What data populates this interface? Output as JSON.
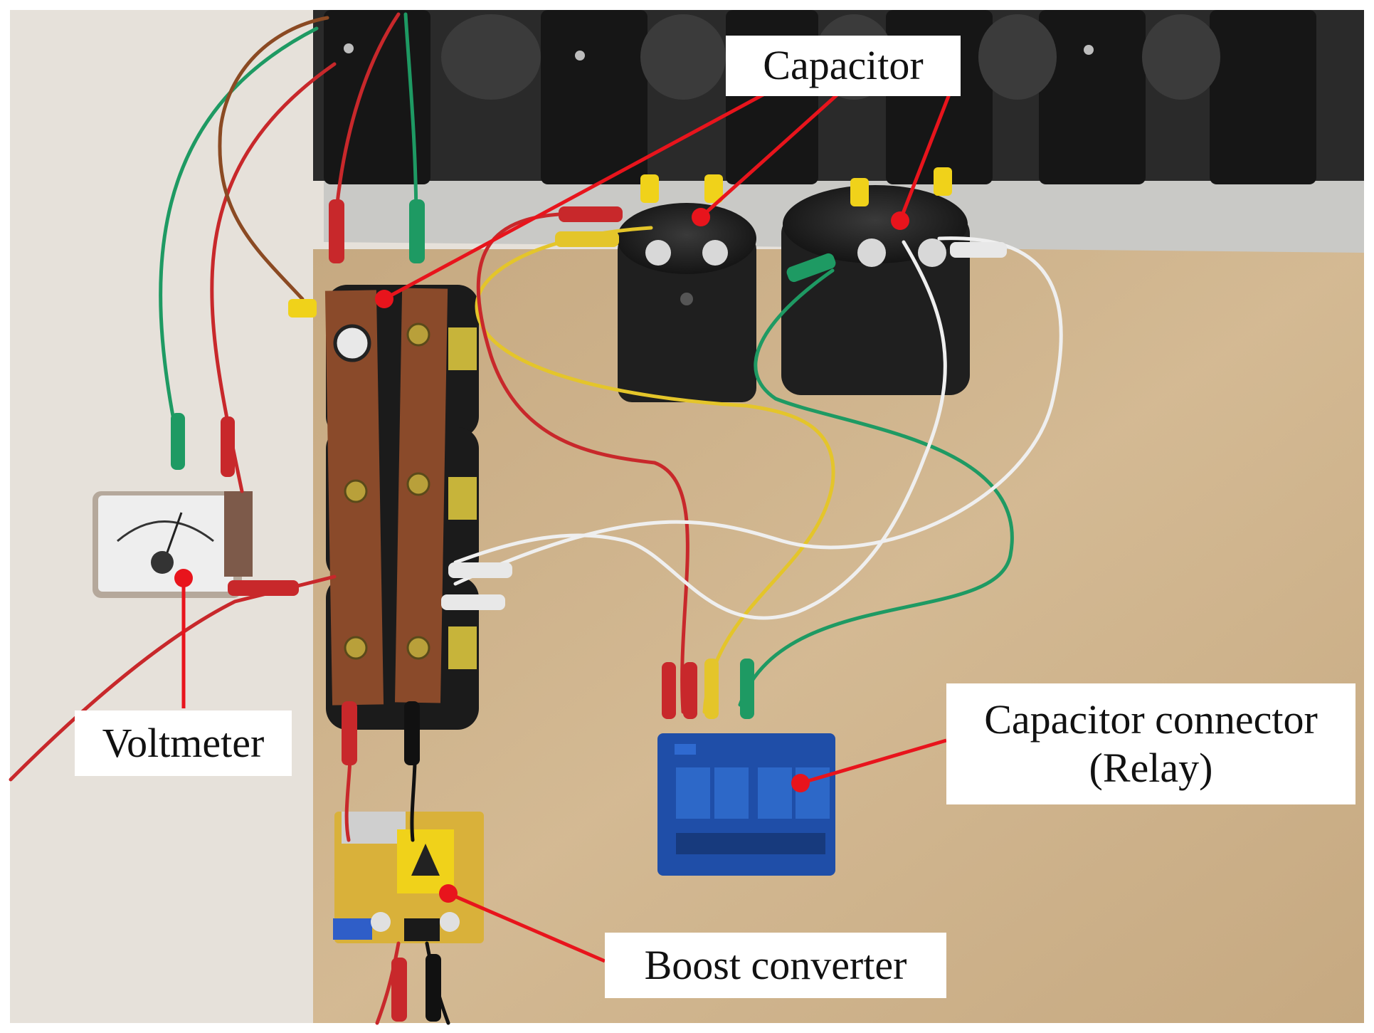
{
  "colors": {
    "callout_line": "#e8141c",
    "callout_dot": "#e8141c",
    "label_bg": "#ffffff",
    "wood_board": "#cdb18a",
    "white_surface": "#e6e1da",
    "aluminum_rail": "#c9c9c6",
    "coil_black": "#1c1c1c",
    "capacitor_black": "#202020",
    "copper_strip": "#8a4a2a",
    "relay_blue": "#1f4ea8",
    "pcb_yellow": "#d9b13a",
    "wire_red": "#c8282b",
    "wire_green": "#1e9a63",
    "wire_yellow": "#e4c52a",
    "wire_white": "#efefef",
    "wire_brown": "#8b4a23"
  },
  "labels": {
    "capacitor": "Capacitor",
    "voltmeter": "Voltmeter",
    "relay_line1": "Capacitor connector",
    "relay_line2": "(Relay)",
    "boost": "Boost converter"
  }
}
